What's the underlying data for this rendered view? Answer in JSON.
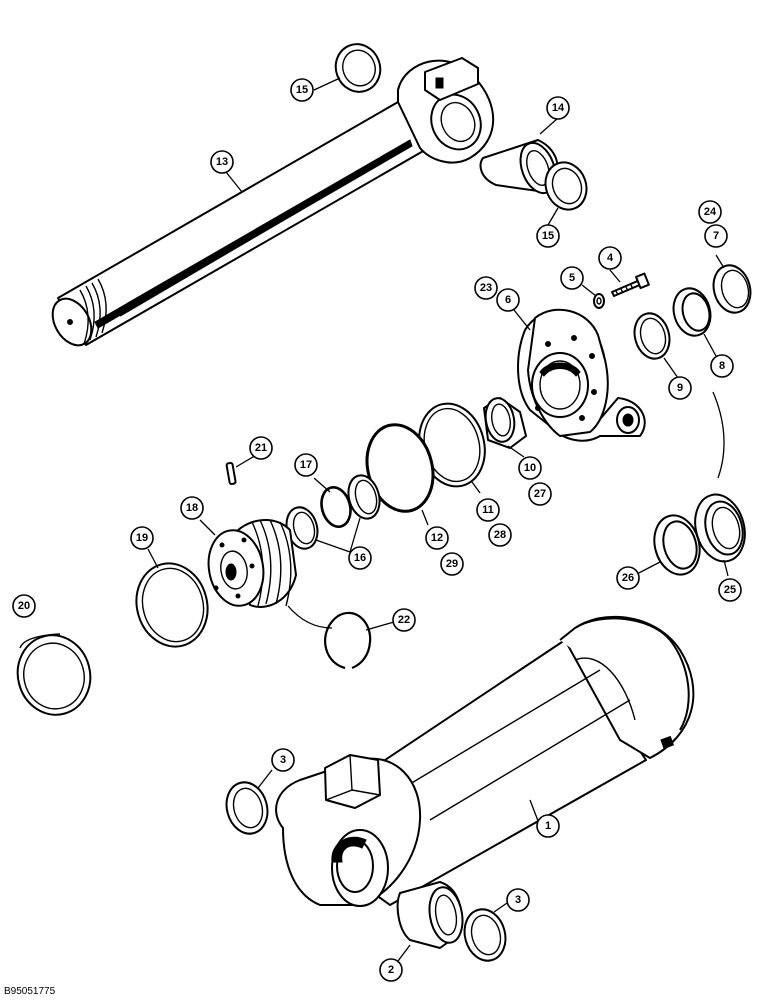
{
  "figure_id": "B95051775",
  "callouts": {
    "c1": "1",
    "c2": "2",
    "c3a": "3",
    "c3b": "3",
    "c4": "4",
    "c5": "5",
    "c6": "6",
    "c7": "7",
    "c8": "8",
    "c9": "9",
    "c10": "10",
    "c11": "11",
    "c12": "12",
    "c13": "13",
    "c14": "14",
    "c15a": "15",
    "c15b": "15",
    "c16": "16",
    "c17": "17",
    "c18": "18",
    "c19": "19",
    "c20": "20",
    "c21": "21",
    "c22": "22",
    "c23": "23",
    "c24": "24",
    "c25": "25",
    "c26": "26",
    "c27": "27",
    "c28": "28",
    "c29": "29"
  },
  "colors": {
    "line": "#000000",
    "background": "#ffffff"
  }
}
